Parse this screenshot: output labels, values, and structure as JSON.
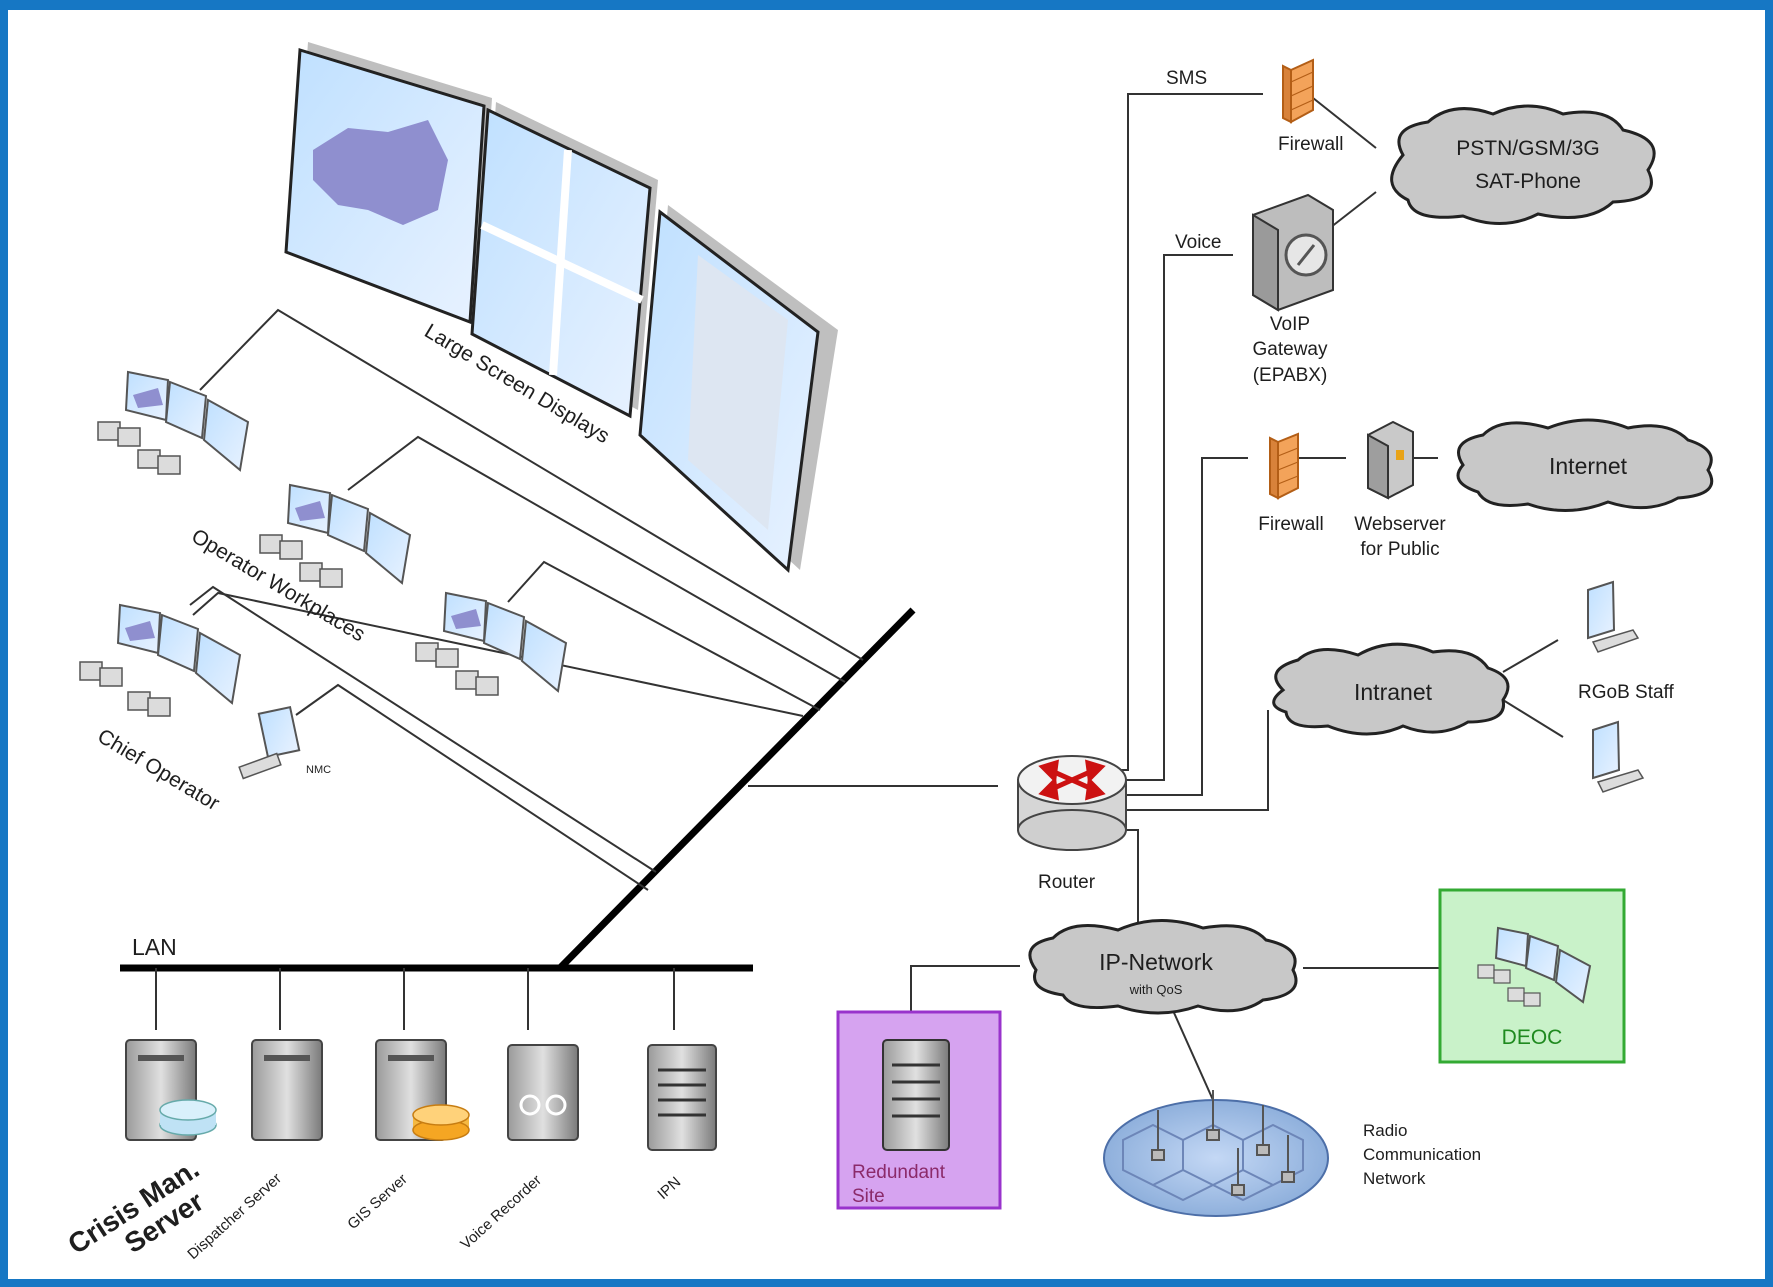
{
  "colors": {
    "border": "#1677c4",
    "cloud": "#c8c8c8",
    "redundant_fill": "#d6a3f0",
    "redundant_stroke": "#9933cc",
    "redundant_text": "#8b2a6a",
    "deoc_fill": "#c9f2c9",
    "deoc_stroke": "#33aa33",
    "deoc_text": "#1f8a1f",
    "router_arrow": "#cc1111",
    "firewall": "#f3a35a"
  },
  "labels": {
    "large_screen_displays": "Large Screen Displays",
    "operator_workplaces": "Operator Workplaces",
    "chief_operator": "Chief Operator",
    "nmc": "NMC",
    "lan": "LAN",
    "router": "Router",
    "sms": "SMS",
    "voice": "Voice",
    "firewall_top": "Firewall",
    "firewall_mid": "Firewall",
    "voip_line1": "VoIP",
    "voip_line2": "Gateway",
    "voip_line3": "(EPABX)",
    "webserver_line1": "Webserver",
    "webserver_line2": "for Public",
    "rgob_staff": "RGoB Staff",
    "radio_line1": "Radio",
    "radio_line2": "Communication",
    "radio_line3": "Network",
    "redundant_line1": "Redundant",
    "redundant_line2": "Site",
    "deoc": "DEOC"
  },
  "clouds": {
    "pstn_line1": "PSTN/GSM/3G",
    "pstn_line2": "SAT-Phone",
    "internet": "Internet",
    "intranet": "Intranet",
    "ipnet_line1": "IP-Network",
    "ipnet_line2": "with QoS"
  },
  "servers": {
    "crisis_line1": "Crisis Man.",
    "crisis_line2": "Server",
    "dispatcher": "Dispatcher Server",
    "gis": "GIS Server",
    "voice_recorder": "Voice Recorder",
    "ipn": "IPN"
  }
}
